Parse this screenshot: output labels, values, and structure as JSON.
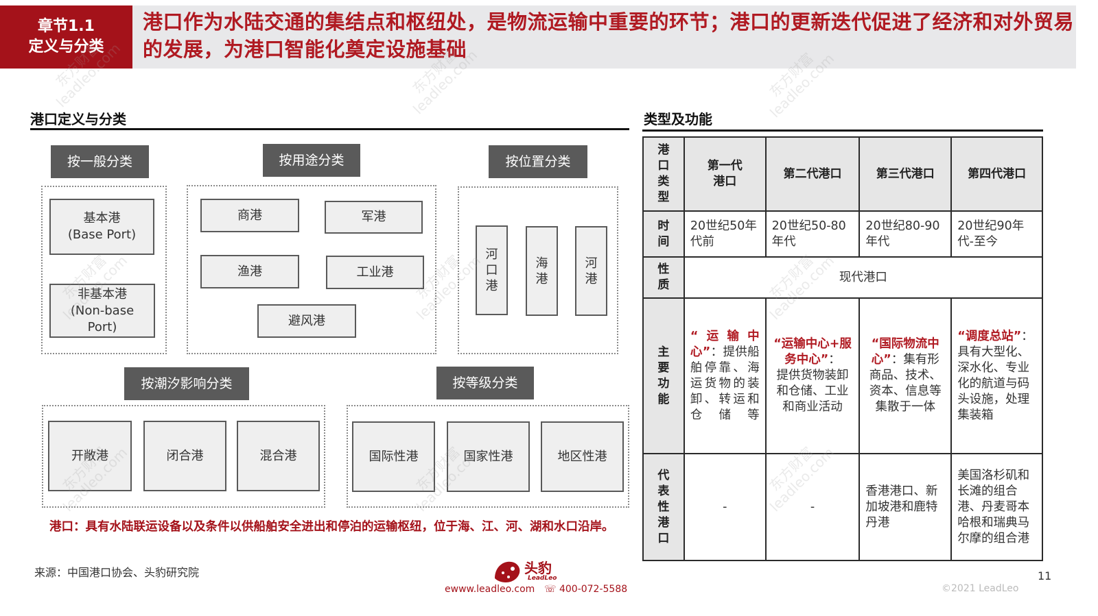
{
  "header": {
    "chapter_line1": "章节1.1",
    "chapter_line2": "定义与分类",
    "headline": "港口作为水陆交通的集结点和枢纽处，是物流运输中重要的环节；港口的更新迭代促进了经济和对外贸易的发展，为港口智能化奠定设施基础"
  },
  "left": {
    "title": "港口定义与分类",
    "groups": {
      "general": {
        "label": "按一般分类",
        "items": [
          [
            "基本港",
            "(Base Port)"
          ],
          [
            "非基本港",
            "(Non-base",
            "Port)"
          ]
        ]
      },
      "usage": {
        "label": "按用途分类",
        "items": [
          "商港",
          "军港",
          "渔港",
          "工业港",
          "避风港"
        ]
      },
      "location": {
        "label": "按位置分类",
        "items": [
          "河口港",
          "海港",
          "河港"
        ]
      },
      "tide": {
        "label": "按潮汐影响分类",
        "items": [
          "开敞港",
          "闭合港",
          "混合港"
        ]
      },
      "grade": {
        "label": "按等级分类",
        "items": [
          "国际性港",
          "国家性港",
          "地区性港"
        ]
      }
    },
    "note": "港口：具有水陆联运设备以及条件以供船舶安全进出和停泊的运输枢纽，位于海、江、河、湖和水口沿岸。",
    "source": "来源：中国港口协会、头豹研究院"
  },
  "right": {
    "title": "类型及功能",
    "row_headers": [
      "港口类型",
      "时间",
      "性质",
      "主要功能",
      "代表性港口"
    ],
    "generations": [
      "第一代港口",
      "第二代港口",
      "第三代港口",
      "第四代港口"
    ],
    "times": [
      "20世纪50年代前",
      "20世纪50-80年代",
      "20世纪80-90年代",
      "20世纪90年代-至今"
    ],
    "nature": "现代港口",
    "functions": [
      {
        "key": "“运输中心”",
        "sep": "：",
        "desc": "提供船舶停靠、海运货物的装卸、转运和仓储等"
      },
      {
        "key": "“运输中心+服务中心”",
        "sep": "：",
        "desc": "提供货物装卸和仓储、工业和商业活动"
      },
      {
        "key": "“国际物流中心”",
        "sep": "：",
        "desc": "集有形商品、技术、资本、信息等集散于一体"
      },
      {
        "key": "“调度总站”",
        "sep": "：",
        "desc": "具有大型化、深水化、专业化的航道与码头设施，处理集装箱"
      }
    ],
    "representatives": [
      "-",
      "-",
      "香港港口、新加坡港和鹿特丹港",
      "美国洛杉矶和长滩的组合港、丹麦哥本哈根和瑞典马尔摩的组合港"
    ]
  },
  "footer": {
    "brand_cn": "头豹",
    "brand_en": "LeadLeo",
    "website": "www.leadleo.com",
    "phone": "400-072-5588",
    "page": "11",
    "copyright": "©2021 LeadLeo"
  },
  "watermark": {
    "line1": "东方财富",
    "line2": "leadleo.com"
  },
  "colors": {
    "brand_red": "#a4121a",
    "header_gray": "#e8e8ea",
    "label_gray": "#5a5a5a"
  }
}
